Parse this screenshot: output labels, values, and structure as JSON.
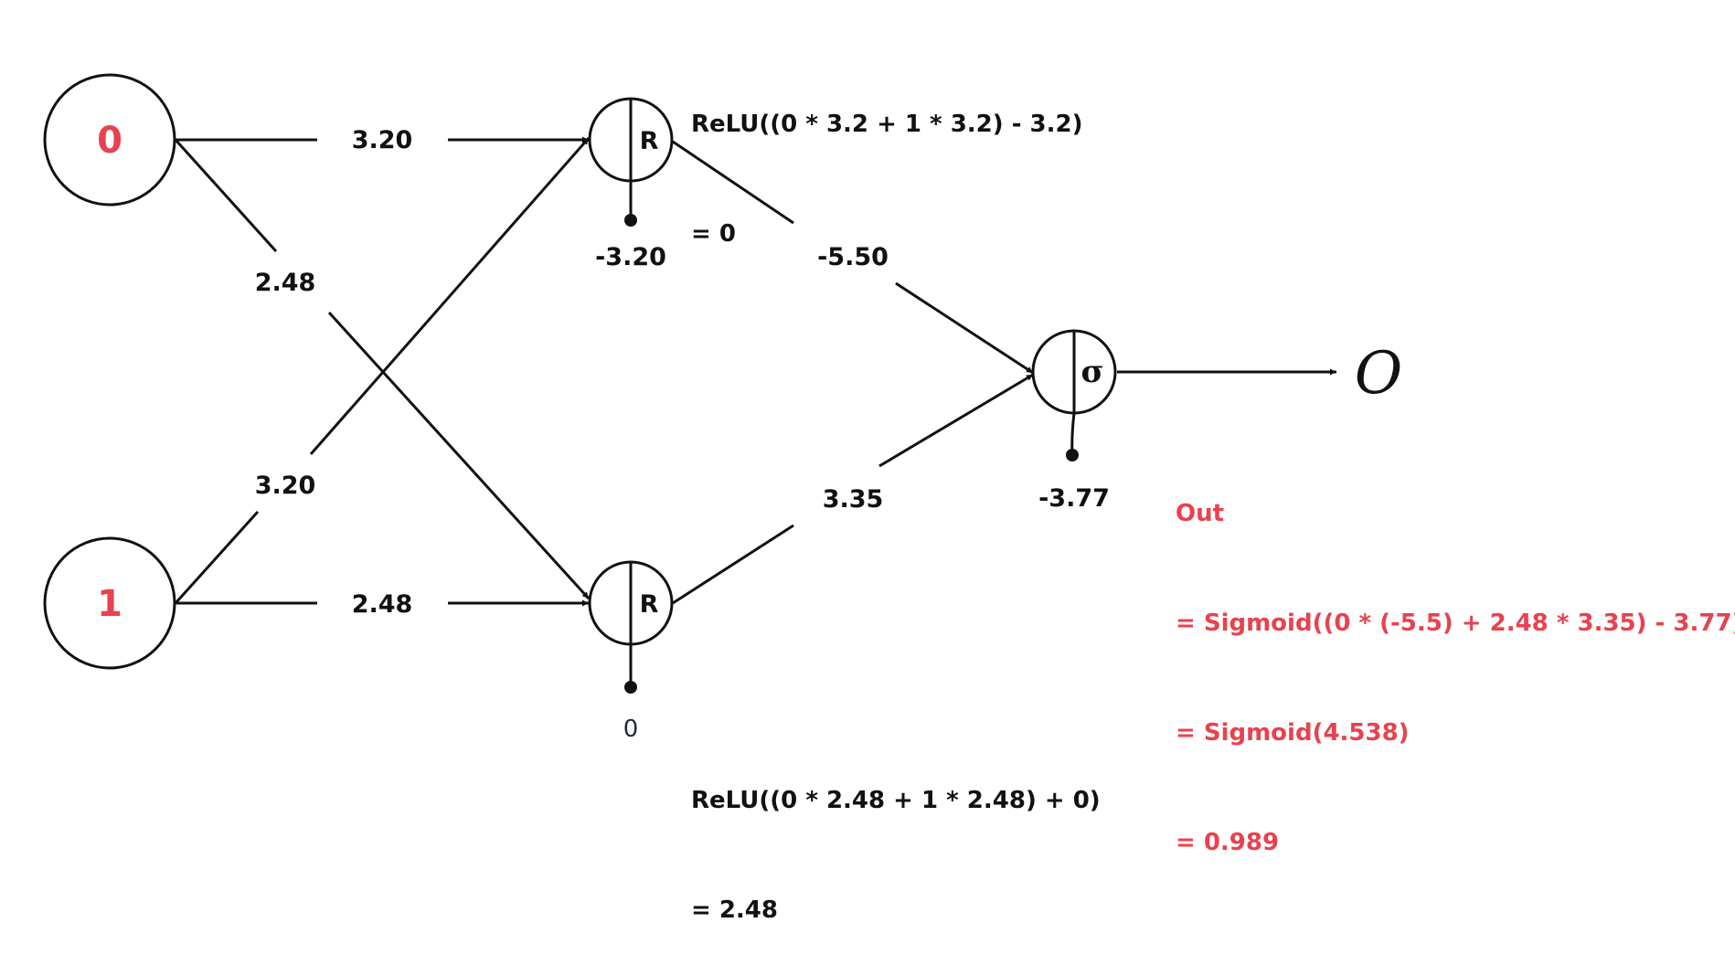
{
  "colors": {
    "ink": "#111111",
    "accent": "#e8424f"
  },
  "inputs": [
    {
      "value": "0"
    },
    {
      "value": "1"
    }
  ],
  "weights": {
    "in0_h1": "3.20",
    "in0_h2": "2.48",
    "in1_h1": "3.20",
    "in1_h2": "2.48",
    "h1_out": "-5.50",
    "h2_out": "3.35"
  },
  "hidden": [
    {
      "activation": "R",
      "bias": "-3.20",
      "formula": [
        "ReLU((0 * 3.2 + 1 * 3.2) - 3.2)",
        "= 0"
      ]
    },
    {
      "activation": "R",
      "bias": "0",
      "formula": [
        "ReLU((0 * 2.48 + 1 * 2.48) + 0)",
        "= 2.48"
      ]
    }
  ],
  "output": {
    "activation": "σ",
    "bias": "-3.77",
    "symbol": "O",
    "formula": [
      "Out",
      "= Sigmoid((0 * (-5.5) + 2.48 * 3.35) - 3.77)",
      "= Sigmoid(4.538)",
      "= 0.989"
    ]
  },
  "icons": {
    "arrowhead": "arrow-icon",
    "bias_dot": "bias-dot-icon"
  }
}
